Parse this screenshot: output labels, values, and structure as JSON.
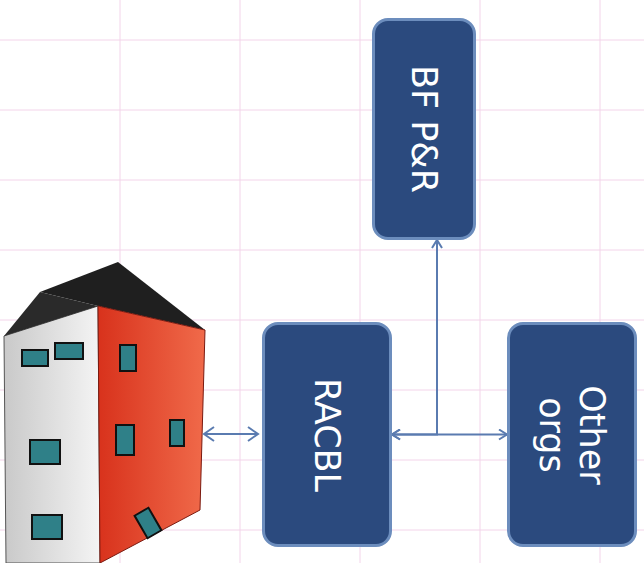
{
  "diagram": {
    "nodes": [
      {
        "text": [
          "BF P&R"
        ]
      },
      {
        "text": [
          "RACBL"
        ]
      },
      {
        "text": [
          "Other orgs"
        ]
      }
    ],
    "edges": [
      {
        "from": 1,
        "to": 0,
        "arrow": "both"
      },
      {
        "from": 1,
        "to": 2,
        "arrow": "both"
      }
    ]
  }
}
